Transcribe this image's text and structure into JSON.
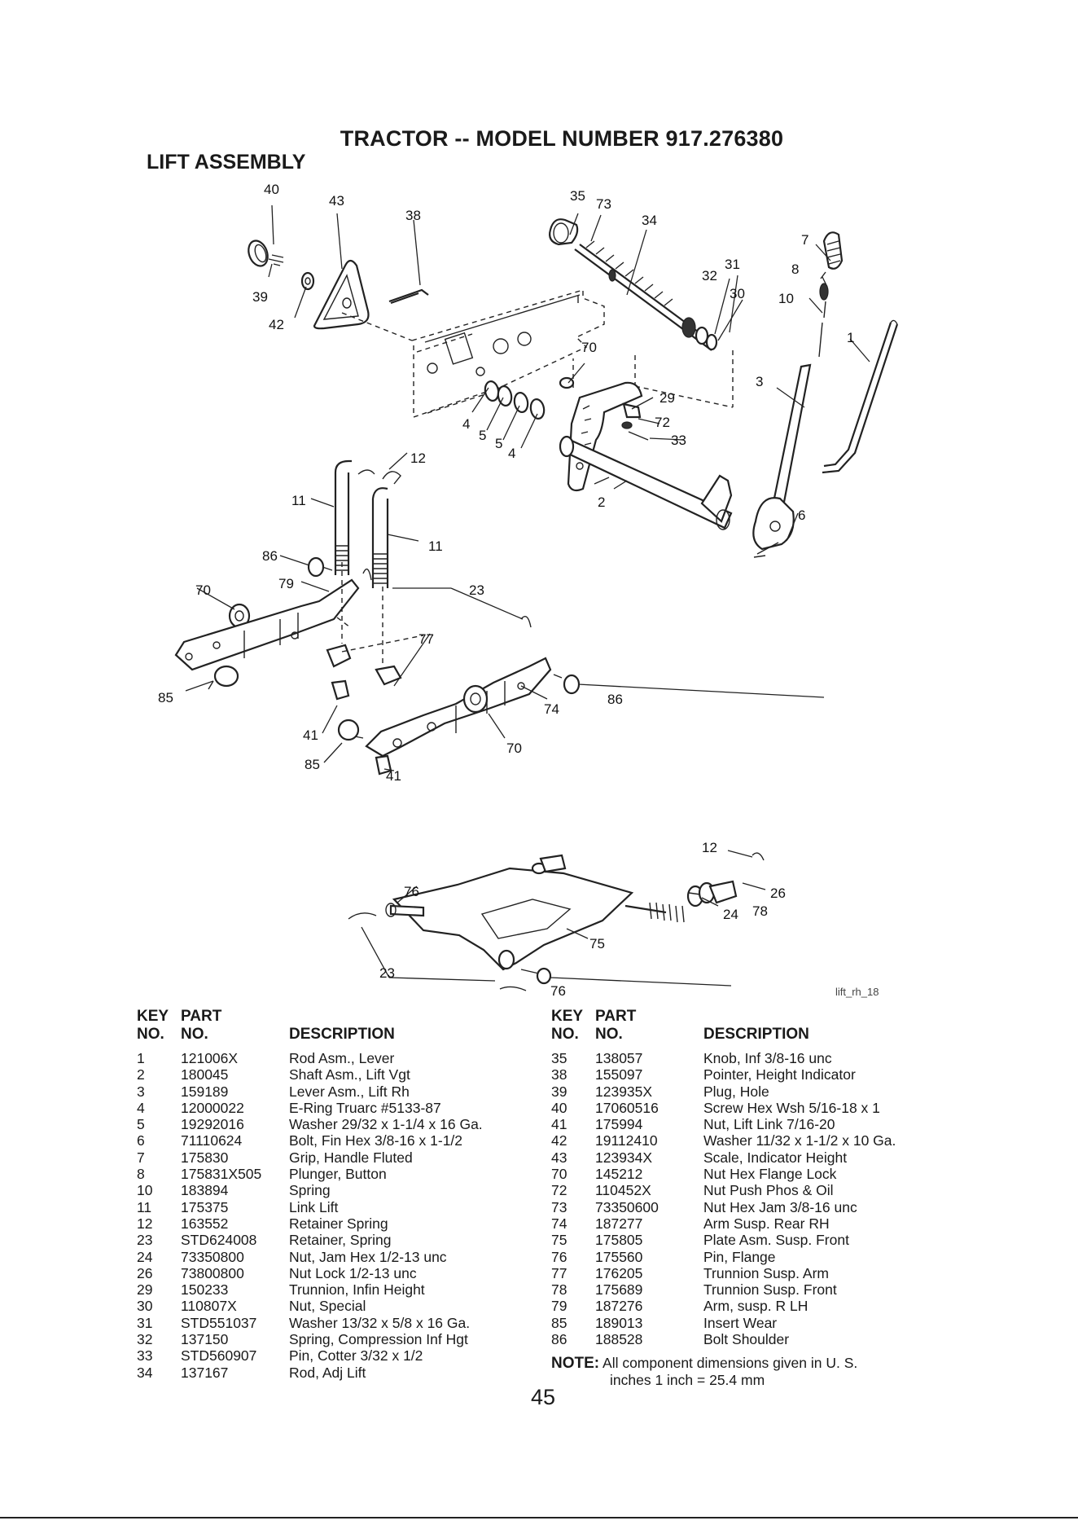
{
  "header": {
    "title": "TRACTOR -- MODEL NUMBER 917.276380",
    "section": "LIFT ASSEMBLY"
  },
  "diagram": {
    "image_ref": "lift_rh_18",
    "callouts": {
      "c40": "40",
      "c43": "43",
      "c38": "38",
      "c39": "39",
      "c42": "42",
      "c35": "35",
      "c73": "73",
      "c34": "34",
      "c7": "7",
      "c8": "8",
      "c10": "10",
      "c32": "32",
      "c31": "31",
      "c30": "30",
      "c1": "1",
      "c3": "3",
      "c70a": "70",
      "c29": "29",
      "c72": "72",
      "c33": "33",
      "c4a": "4",
      "c5a": "5",
      "c5b": "5",
      "c4b": "4",
      "c12a": "12",
      "c11a": "11",
      "c11b": "11",
      "c2": "2",
      "c6": "6",
      "c86a": "86",
      "c79": "79",
      "c23a": "23",
      "c70b": "70",
      "c77": "77",
      "c85a": "85",
      "c41a": "41",
      "c74": "74",
      "c86b": "86",
      "c85b": "85",
      "c70c": "70",
      "c41b": "41",
      "c12b": "12",
      "c76a": "76",
      "c26": "26",
      "c24": "24",
      "c78": "78",
      "c75": "75",
      "c23b": "23",
      "c76b": "76"
    }
  },
  "table_headers": {
    "key_line1": "KEY",
    "key_line2": "NO.",
    "part_line1": "PART",
    "part_line2": "NO.",
    "description": "DESCRIPTION"
  },
  "parts_left": [
    {
      "key": "1",
      "part": "121006X",
      "desc": "Rod Asm., Lever"
    },
    {
      "key": "2",
      "part": "180045",
      "desc": "Shaft Asm., Lift Vgt"
    },
    {
      "key": "3",
      "part": "159189",
      "desc": "Lever Asm., Lift Rh"
    },
    {
      "key": "4",
      "part": "12000022",
      "desc": "E-Ring Truarc #5133-87"
    },
    {
      "key": "5",
      "part": "19292016",
      "desc": "Washer  29/32 x 1-1/4 x 16 Ga."
    },
    {
      "key": "6",
      "part": "71110624",
      "desc": "Bolt, Fin Hex  3/8-16 x 1-1/2"
    },
    {
      "key": "7",
      "part": "175830",
      "desc": "Grip, Handle Fluted"
    },
    {
      "key": "8",
      "part": "175831X505",
      "desc": "Plunger, Button"
    },
    {
      "key": "10",
      "part": "183894",
      "desc": "Spring"
    },
    {
      "key": "11",
      "part": "175375",
      "desc": "Link Lift"
    },
    {
      "key": "12",
      "part": "163552",
      "desc": "Retainer Spring"
    },
    {
      "key": "23",
      "part": "STD624008",
      "desc": "Retainer, Spring"
    },
    {
      "key": "24",
      "part": "73350800",
      "desc": "Nut, Jam Hex  1/2-13 unc"
    },
    {
      "key": "26",
      "part": "73800800",
      "desc": "Nut Lock 1/2-13 unc"
    },
    {
      "key": "29",
      "part": "150233",
      "desc": "Trunnion, Infin Height"
    },
    {
      "key": "30",
      "part": "110807X",
      "desc": "Nut, Special"
    },
    {
      "key": "31",
      "part": "STD551037",
      "desc": "Washer  13/32 x 5/8 x 16 Ga."
    },
    {
      "key": "32",
      "part": "137150",
      "desc": "Spring, Compression Inf Hgt"
    },
    {
      "key": "33",
      "part": "STD560907",
      "desc": "Pin, Cotter  3/32 x 1/2"
    },
    {
      "key": "34",
      "part": "137167",
      "desc": "Rod, Adj Lift"
    }
  ],
  "parts_right": [
    {
      "key": "35",
      "part": "138057",
      "desc": "Knob, Inf  3/8-16 unc"
    },
    {
      "key": "38",
      "part": "155097",
      "desc": "Pointer, Height Indicator"
    },
    {
      "key": "39",
      "part": "123935X",
      "desc": "Plug, Hole"
    },
    {
      "key": "40",
      "part": "17060516",
      "desc": "Screw Hex Wsh 5/16-18 x 1"
    },
    {
      "key": "41",
      "part": "175994",
      "desc": "Nut, Lift Link  7/16-20"
    },
    {
      "key": "42",
      "part": "19112410",
      "desc": "Washer  11/32 x 1-1/2 x 10 Ga."
    },
    {
      "key": "43",
      "part": "123934X",
      "desc": "Scale, Indicator Height"
    },
    {
      "key": "70",
      "part": "145212",
      "desc": "Nut Hex Flange Lock"
    },
    {
      "key": "72",
      "part": "110452X",
      "desc": "Nut Push Phos & Oil"
    },
    {
      "key": "73",
      "part": "73350600",
      "desc": "Nut Hex Jam 3/8-16 unc"
    },
    {
      "key": "74",
      "part": "187277",
      "desc": "Arm Susp. Rear RH"
    },
    {
      "key": "75",
      "part": "175805",
      "desc": "Plate Asm. Susp. Front"
    },
    {
      "key": "76",
      "part": "175560",
      "desc": "Pin, Flange"
    },
    {
      "key": "77",
      "part": "176205",
      "desc": "Trunnion Susp. Arm"
    },
    {
      "key": "78",
      "part": "175689",
      "desc": "Trunnion Susp. Front"
    },
    {
      "key": "79",
      "part": "187276",
      "desc": "Arm, susp. R LH"
    },
    {
      "key": "85",
      "part": "189013",
      "desc": "Insert Wear"
    },
    {
      "key": "86",
      "part": "188528",
      "desc": "Bolt Shoulder"
    }
  ],
  "note": {
    "label": "NOTE:",
    "line1": "All component dimensions given in U. S.",
    "line2": "inches 1 inch = 25.4 mm"
  },
  "page_number": "45"
}
